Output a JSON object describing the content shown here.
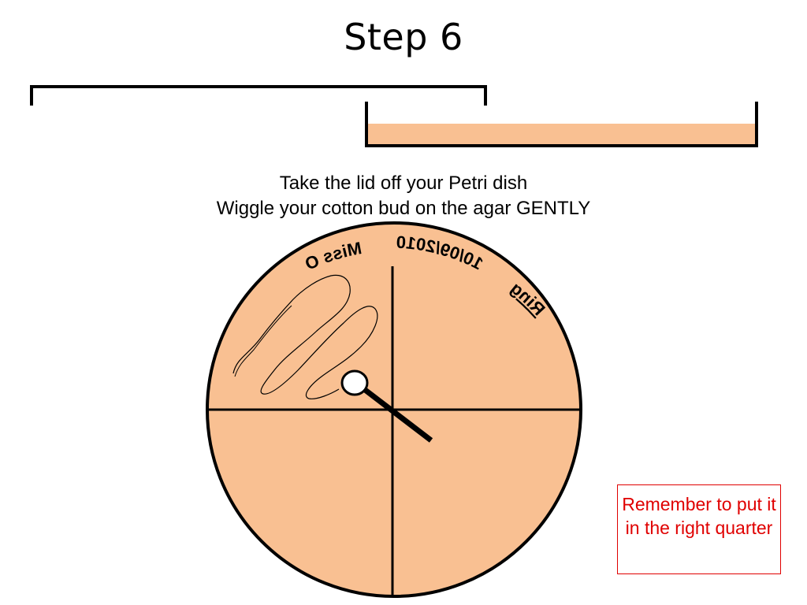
{
  "slide": {
    "title": "Step 6",
    "instruction_line1": "Take the lid off your Petri dish",
    "instruction_line2": "Wiggle your cotton bud on the agar GENTLY"
  },
  "dish": {
    "labels": {
      "date": "10/09/2010",
      "name": "Miss O",
      "group": "Ring"
    }
  },
  "callout": {
    "text": "Remember to put it in the right quarter"
  },
  "colors": {
    "agar": "#f9c092",
    "outline": "#000000",
    "callout": "#e00000"
  }
}
